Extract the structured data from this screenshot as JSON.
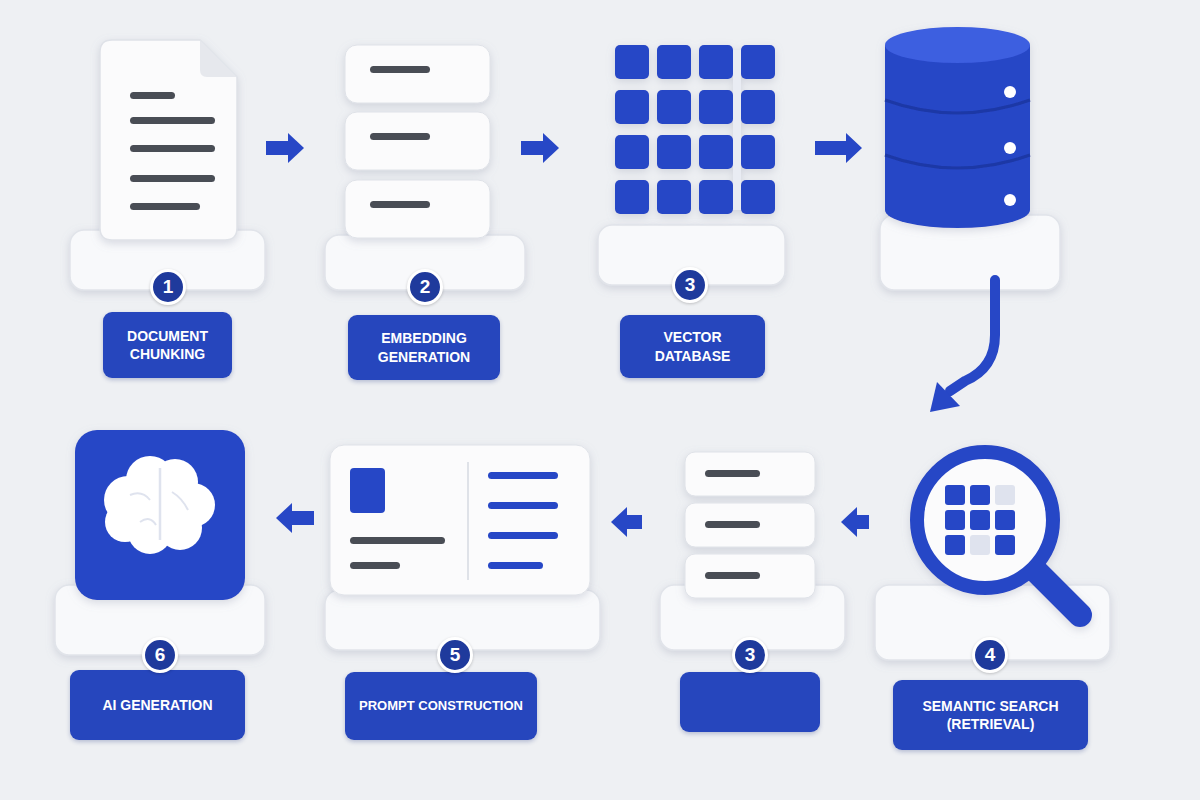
{
  "diagram": {
    "nodes": [
      {
        "text": [
          "1",
          "DOCUMENT CHUNKING"
        ]
      },
      {
        "text": [
          "2",
          "EMBEDDING GENERATION"
        ]
      },
      {
        "text": [
          "3",
          "VECTOR DATABASE"
        ]
      },
      {
        "text": [
          "4",
          "SEMANTIC SEARCH (RETRIEVAL)"
        ]
      },
      {
        "text": [
          "3"
        ]
      },
      {
        "text": [
          "5",
          "PROMPT CONSTRUCTION"
        ]
      },
      {
        "text": [
          "6",
          "AI GENERATION"
        ]
      }
    ],
    "edges": [
      {
        "from": 0,
        "to": 1,
        "arrow": "to"
      },
      {
        "from": 1,
        "to": 2,
        "arrow": "to"
      },
      {
        "from": 3,
        "to": 4,
        "arrow": "to"
      },
      {
        "from": 4,
        "to": 5,
        "arrow": "to"
      },
      {
        "from": 5,
        "to": 6,
        "arrow": "to"
      }
    ]
  }
}
